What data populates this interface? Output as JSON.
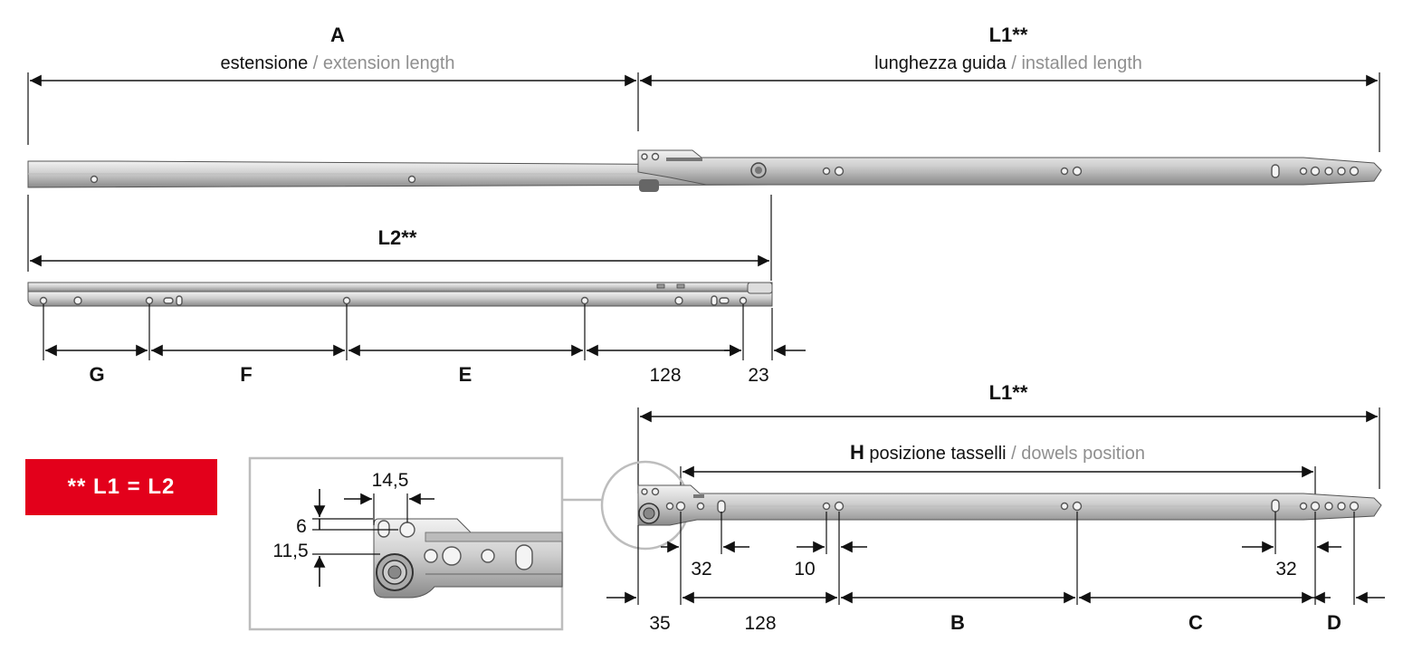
{
  "labels": {
    "A": "A",
    "A_it": "estensione",
    "A_sep": " / ",
    "A_en": "extension length",
    "L1_top": "L1**",
    "L1_it": "lunghezza guida",
    "L1_sep": " / ",
    "L1_en": "installed length",
    "L2": "L2**",
    "G": "G",
    "F": "F",
    "E": "E",
    "d128_mid": "128",
    "d23": "23",
    "L1_bottom": "L1**",
    "H": "H",
    "H_it": " posizione tasselli",
    "H_sep": " / ",
    "H_en": "dowels position",
    "d32_left": "32",
    "d10": "10",
    "d32_right": "32",
    "d35": "35",
    "d128_bottom": "128",
    "B": "B",
    "C": "C",
    "D": "D",
    "detail_14_5": "14,5",
    "detail_6": "6",
    "detail_11_5": "11,5"
  },
  "note": "** L1 = L2",
  "colors": {
    "note_bg": "#e3001b",
    "secondary_text": "#8f8f8f",
    "rail_light": "#e6e6e6",
    "rail_dark": "#9a9a9a"
  }
}
